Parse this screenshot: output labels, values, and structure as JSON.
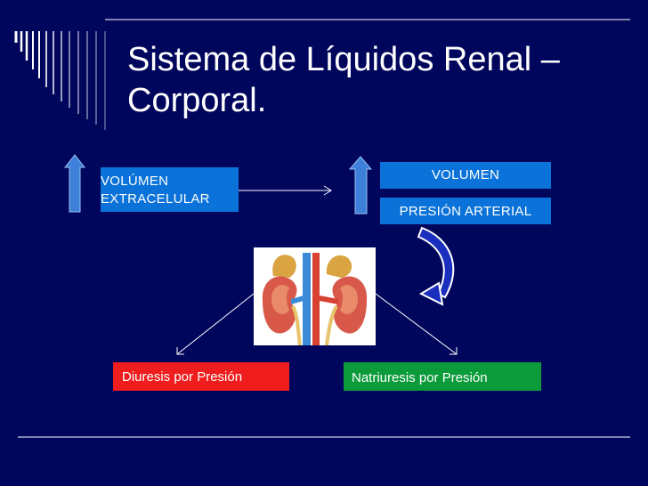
{
  "title": "Sistema de Líquidos Renal – Corporal.",
  "boxes": {
    "ecv": "VOLÚMEN EXTRACELULAR",
    "volumen": "VOLUMEN",
    "presion_arterial": "PRESIÓN ARTERIAL",
    "diuresis": "Diuresis por Presión",
    "natriuresis": "Natriuresis por Presión"
  },
  "icons": {
    "up_arrow_left": "up-arrow-icon",
    "up_arrow_right": "up-arrow-icon",
    "kidney_image": "kidneys-icon",
    "curved_arrow": "curved-arrow-icon"
  },
  "colors": {
    "background": "#01065d",
    "blue_box": "#0a72d8",
    "red_box": "#ef1d1d",
    "green_box": "#0b9b3a",
    "up_arrow": "#3d7fd9"
  }
}
